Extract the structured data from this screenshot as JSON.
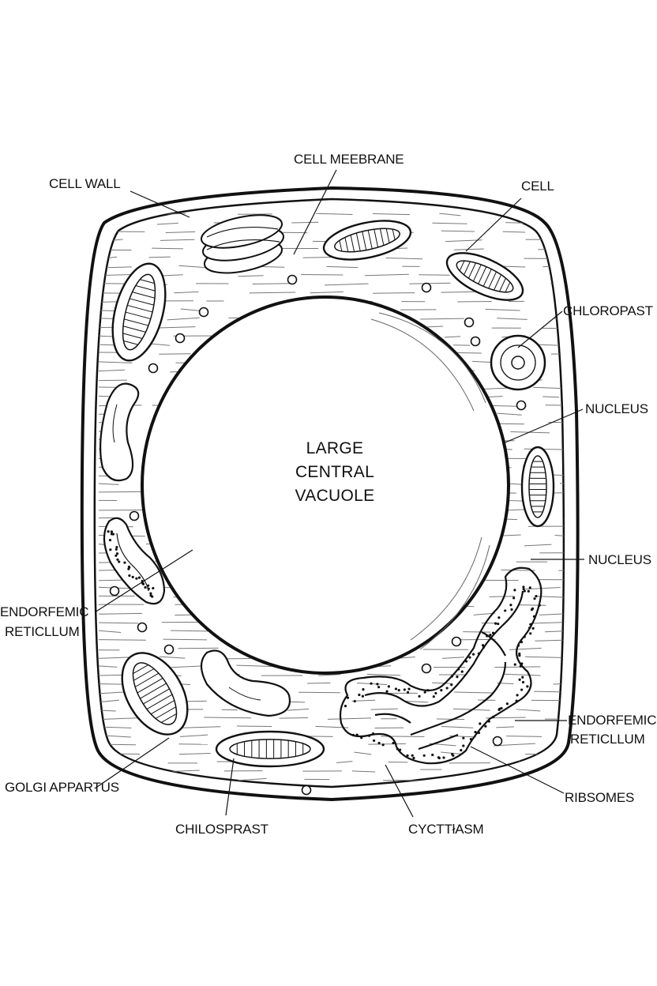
{
  "diagram": {
    "vacuole_label": [
      "LARGE",
      "CENTRAL",
      "VACUOLE"
    ],
    "labels": {
      "cell_membrane": "CELL MEEBRANE",
      "cell_wall": "CELL WALL",
      "cell": "CELL",
      "chloroplast_right": "CHLOROPAST",
      "nucleus_upper": "NUCLEUS",
      "nucleus_lower": "NUCLEUS",
      "er_left_1": "ENDORFEMIC",
      "er_left_2": "RETICLLUM",
      "er_right_1": "ENDORFEMIC",
      "er_right_2": "RETICLLUM",
      "golgi": "GOLGI APPARTUS",
      "ribosomes": "RIBSOMES",
      "chloroplast_bottom": "CHILOSPRAST",
      "cytoplasm": "CYCTTłASM"
    },
    "colors": {
      "ink": "#111111",
      "background": "#ffffff",
      "hatch": "#777777"
    }
  }
}
